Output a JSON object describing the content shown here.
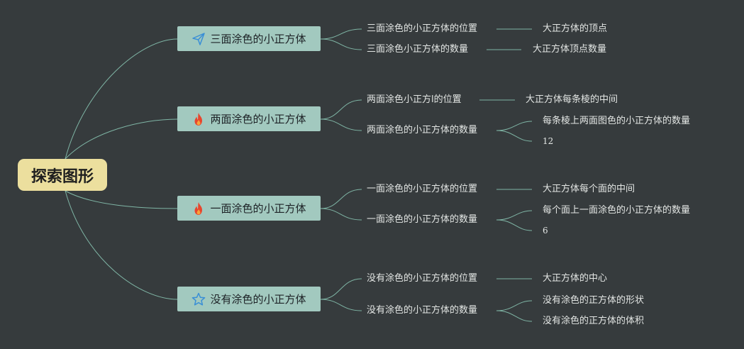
{
  "root": {
    "label": "探索图形"
  },
  "branches": [
    {
      "label": "三面涂色的小正方体",
      "icon": "paper-plane-icon",
      "children": [
        {
          "label": "三面涂色的小正方体的位置",
          "children": [
            "大正方体的顶点"
          ]
        },
        {
          "label": "三面涂色小正方体的数量",
          "children": [
            "大正方体顶点数量"
          ]
        }
      ]
    },
    {
      "label": "两面涂色的小正方体",
      "icon": "fire-icon",
      "children": [
        {
          "label": "两面涂色小正方l的位置",
          "children": [
            "大正方体每条棱的中间"
          ]
        },
        {
          "label": "两面涂色的小正方体的数量",
          "children": [
            "每条棱上两面图色的小正方体的数量",
            "12"
          ]
        }
      ]
    },
    {
      "label": "一面涂色的小正方体",
      "icon": "fire-icon",
      "children": [
        {
          "label": "一面涂色的小正方体的位置",
          "children": [
            "大正方体每个面的中间"
          ]
        },
        {
          "label": "一面涂色的小正方体的数量",
          "children": [
            "每个面上一面涂色的小正方体的数量",
            "6"
          ]
        }
      ]
    },
    {
      "label": "没有涂色的小正方体",
      "icon": "star-icon",
      "children": [
        {
          "label": "没有涂色的小正方体的位置",
          "children": [
            "大正方体的中心"
          ]
        },
        {
          "label": "没有涂色的小正方体的数量",
          "children": [
            "没有涂色的正方体的形状",
            "没有涂色的正方体的体积"
          ]
        }
      ]
    }
  ],
  "colors": {
    "background": "#363b3d",
    "root_fill": "#ecdf9e",
    "branch_fill": "#a2c9bf",
    "connector": "#7fb5a5",
    "text_light": "#e3e6e4",
    "icon_blue": "#3a8fd6",
    "icon_red": "#e8452c"
  }
}
